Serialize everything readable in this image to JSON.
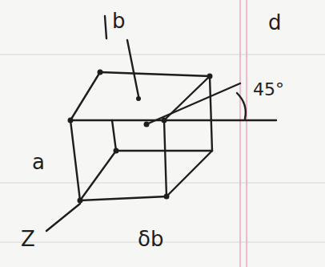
{
  "diagram": {
    "labels": [
      "b",
      "d",
      "45°",
      "a",
      "Z",
      "δb"
    ]
  }
}
